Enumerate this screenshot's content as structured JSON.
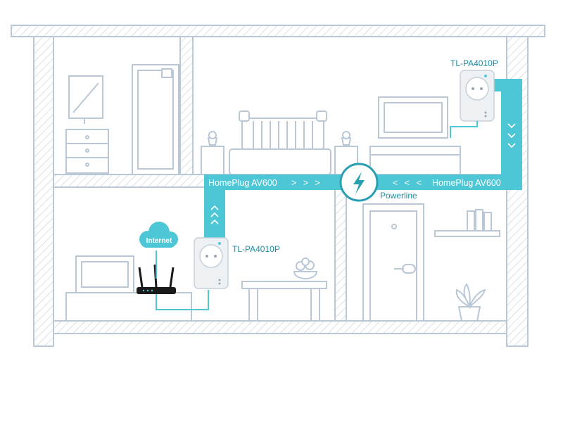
{
  "colors": {
    "line": "#b9c7d6",
    "accent": "#4dc7d6",
    "accent_dark": "#2a9fb3",
    "label_text": "#1b8fa6",
    "band_text": "#ffffff",
    "device": "#e9edf1",
    "router": "#1a1a1a"
  },
  "labels": {
    "device_upper": "TL-PA4010P",
    "device_lower": "TL-PA4010P",
    "band_left": "HomePlug AV600",
    "band_right": "HomePlug AV600",
    "powerline": "Powerline",
    "cloud": "Internet",
    "arrows_right": "> > >",
    "arrows_left": "< < <"
  },
  "icons": [
    "lightning-icon",
    "cloud-icon",
    "router-icon",
    "plug-icon"
  ]
}
